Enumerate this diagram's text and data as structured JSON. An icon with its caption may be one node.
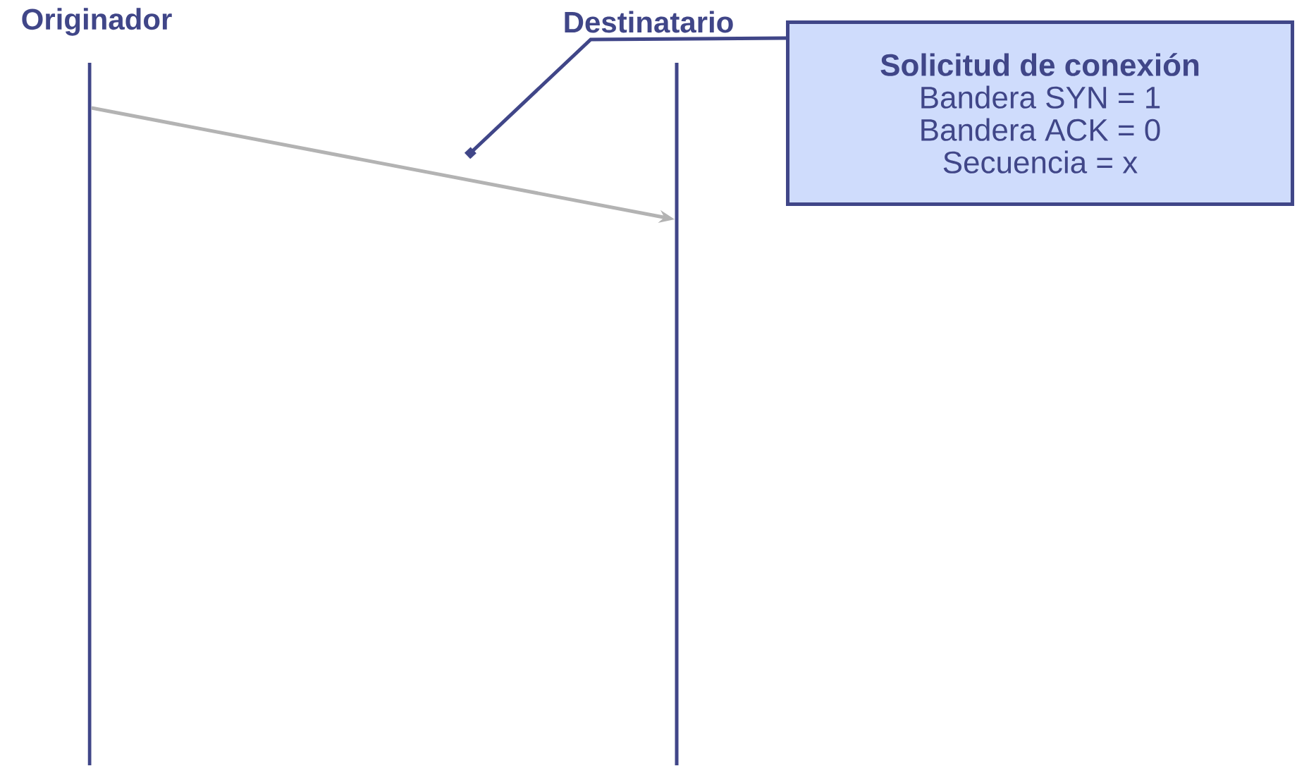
{
  "diagram": {
    "nodes": [
      {
        "text": [
          "Originador"
        ]
      },
      {
        "text": [
          "Destinatario"
        ]
      },
      {
        "text": [],
        "shape": "bar"
      },
      {
        "text": [],
        "shape": "bar"
      },
      {
        "text": [
          "Solicitud de conexión",
          "Bandera SYN = 1",
          "Bandera ACK = 0",
          "Secuencia = x"
        ]
      }
    ],
    "edges": [
      {
        "from": 2,
        "to": 3,
        "arrow": "to",
        "color": "#b3b3b3"
      },
      {
        "from": 4,
        "to": null,
        "arrow": "other",
        "color": "#404688"
      }
    ]
  }
}
